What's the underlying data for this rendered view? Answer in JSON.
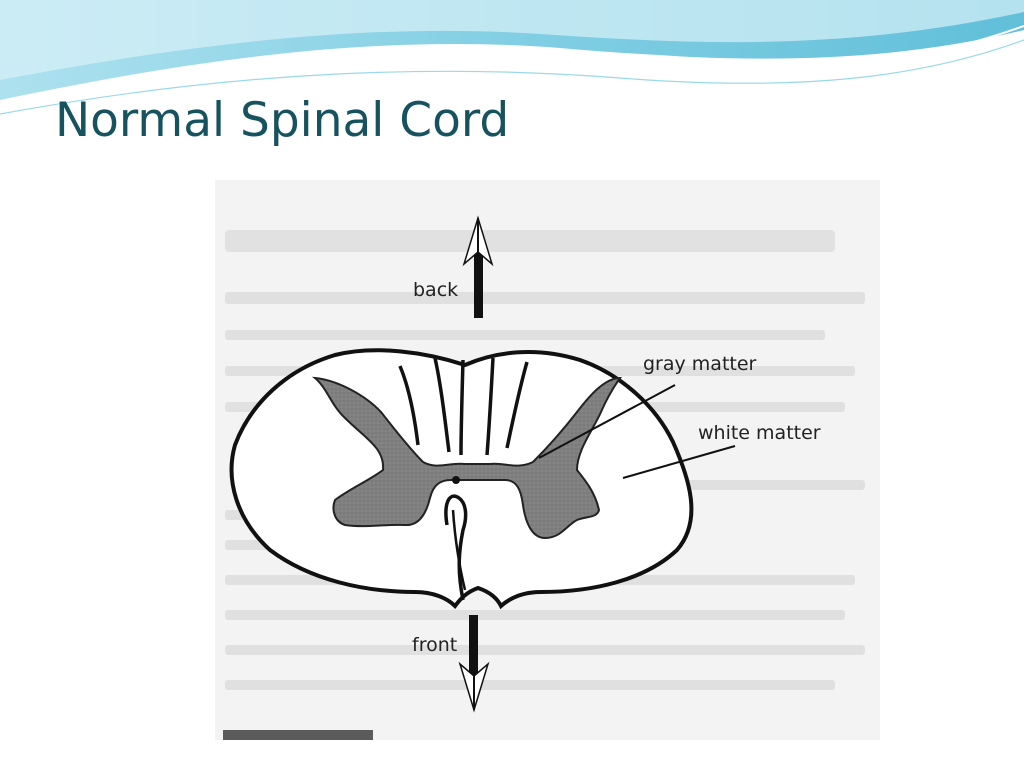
{
  "slide": {
    "title": "Normal Spinal Cord"
  },
  "theme": {
    "title_color": "#17535f",
    "wave_light": "#bfe8f3",
    "wave_mid": "#7fcfe4",
    "wave_dark": "#3aa9c9",
    "scan_background": "#f4f4f4",
    "gray_matter_fill": "#7d7d7d",
    "outline_color": "#111111"
  },
  "figure": {
    "labels": {
      "back": "back",
      "front": "front",
      "gray_matter": "gray matter",
      "white_matter": "white matter"
    }
  }
}
